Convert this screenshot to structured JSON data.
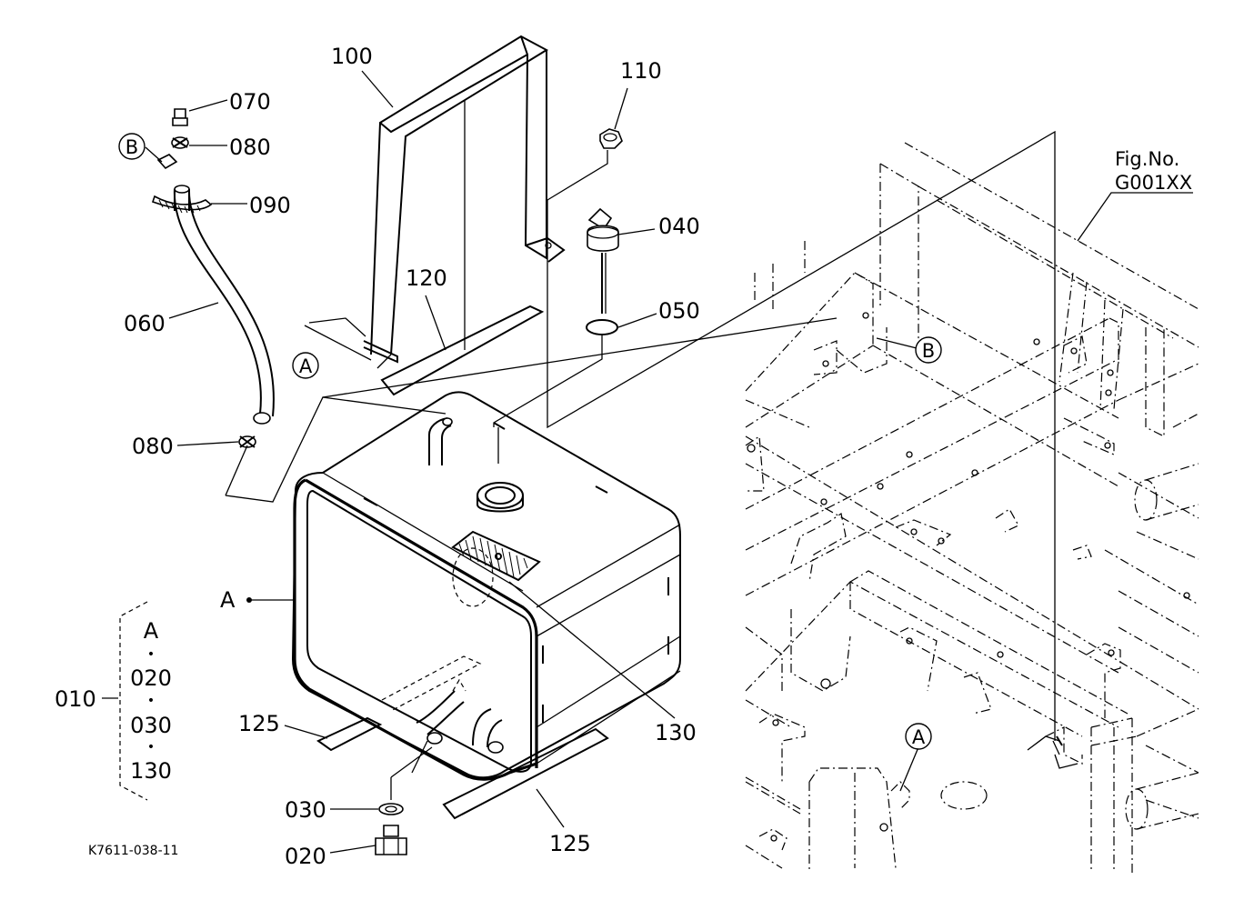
{
  "figure": {
    "ref_caption": "Fig.No.",
    "ref_code": "G001XX",
    "drawing_id": "K7611-038-11"
  },
  "callouts": {
    "p100": "100",
    "p110": "110",
    "p070": "070",
    "p080a": "080",
    "p090": "090",
    "p060": "060",
    "p080b": "080",
    "p120": "120",
    "p040": "040",
    "p050": "050",
    "p130": "130",
    "p125a": "125",
    "p125b": "125",
    "p030": "030",
    "p020": "020",
    "p010": "010",
    "ref_a_main": "A"
  },
  "circle_refs": {
    "b_hose": "B",
    "a_strap": "A",
    "b_frame": "B",
    "a_frame": "A"
  },
  "assembly_group": {
    "header": "A",
    "items": [
      "020",
      "030",
      "130"
    ],
    "separator": "•"
  }
}
